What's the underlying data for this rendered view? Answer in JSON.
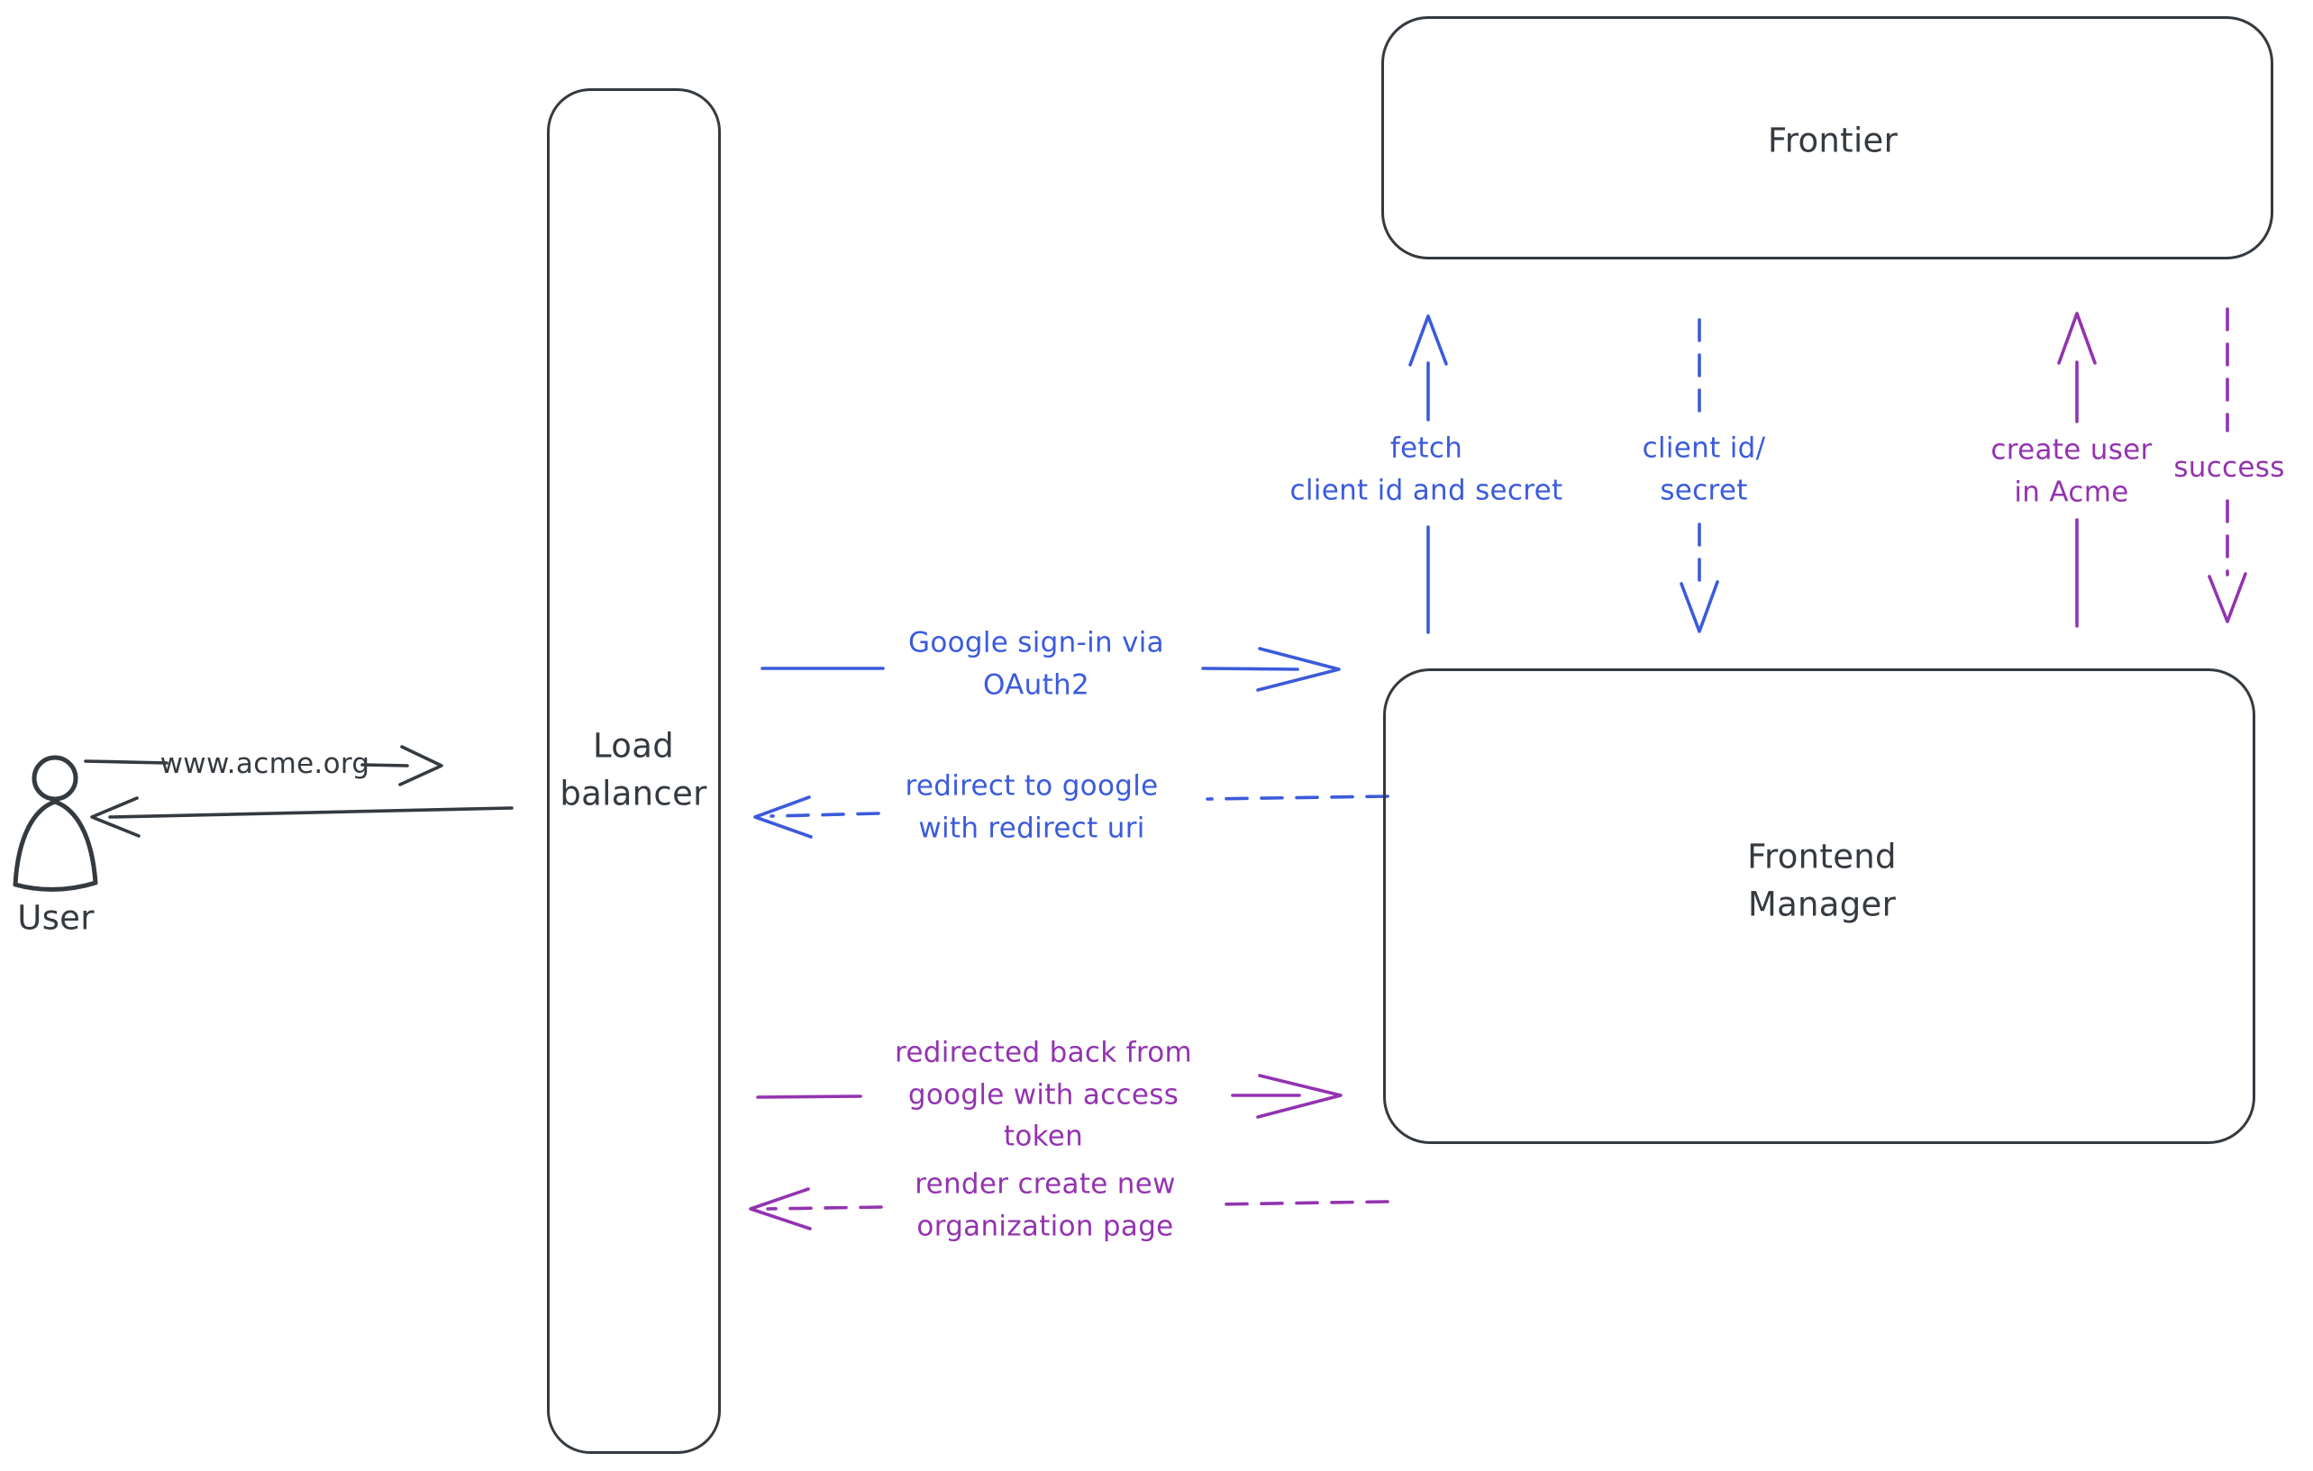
{
  "colors": {
    "ink": "#343a40",
    "blue": "#3b5bdb",
    "purple": "#9333b0",
    "hatch": "#ccd6de",
    "bg": "#ffffff"
  },
  "nodes": {
    "user": {
      "label": "User"
    },
    "load_balancer": {
      "label": "Load\nbalancer"
    },
    "frontier": {
      "label": "Frontier"
    },
    "frontend_manager": {
      "label": "Frontend\nManager"
    }
  },
  "edges": {
    "user_to_lb": {
      "label": "www.acme.org",
      "style": "solid",
      "color": "ink",
      "direction": "right"
    },
    "lb_to_user": {
      "label": "",
      "style": "solid",
      "color": "ink",
      "direction": "left"
    },
    "google_signin": {
      "label": "Google sign-in via\nOAuth2",
      "style": "solid",
      "color": "blue",
      "direction": "right"
    },
    "redirect_google": {
      "label": "redirect to google\nwith redirect uri",
      "style": "dashed",
      "color": "blue",
      "direction": "left"
    },
    "redirected_back": {
      "label": "redirected back from\ngoogle with access\ntoken",
      "style": "solid",
      "color": "purple",
      "direction": "right"
    },
    "render_org_page": {
      "label": "render create new\norganization page",
      "style": "dashed",
      "color": "purple",
      "direction": "left"
    },
    "fetch_client_secret": {
      "label": "fetch\nclient id and secret",
      "style": "solid",
      "color": "blue",
      "direction": "up"
    },
    "client_id_secret": {
      "label": "client id/\nsecret",
      "style": "dashed",
      "color": "blue",
      "direction": "down"
    },
    "create_user": {
      "label": "create user\nin Acme",
      "style": "solid",
      "color": "purple",
      "direction": "up"
    },
    "success": {
      "label": "success",
      "style": "dashed",
      "color": "purple",
      "direction": "down"
    }
  }
}
